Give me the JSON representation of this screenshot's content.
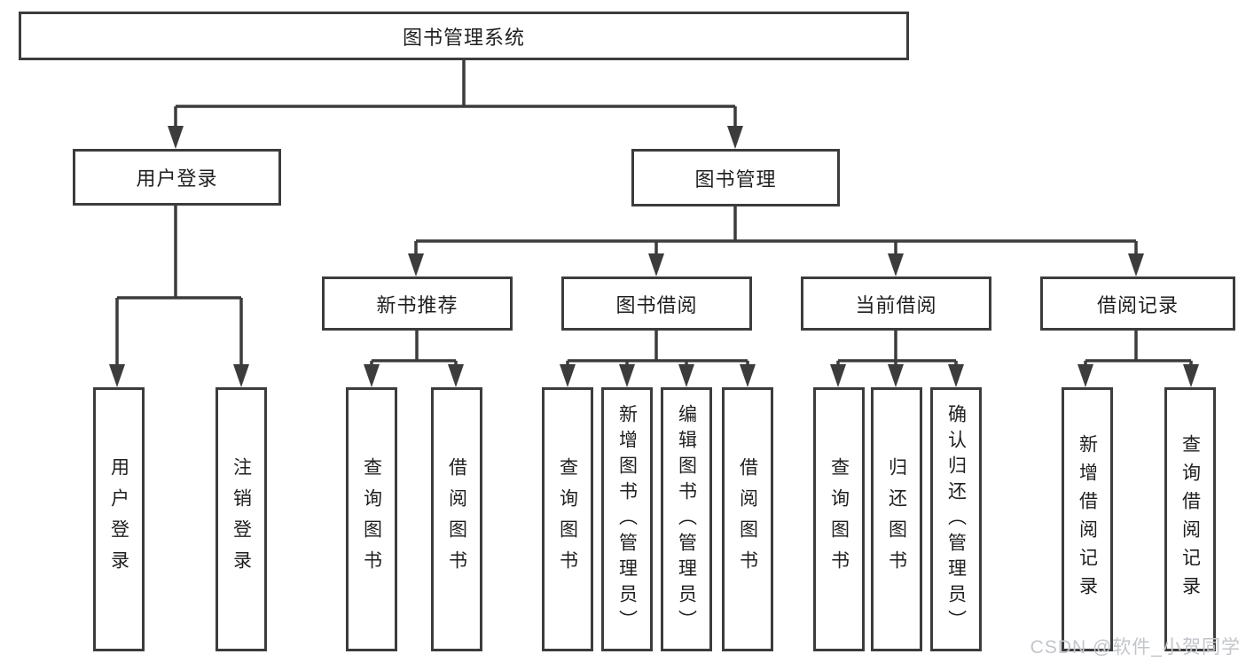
{
  "diagram": {
    "nodes": {
      "root": "图书管理系统",
      "user_login": "用户登录",
      "book_management": "图书管理",
      "new_book_recommend": "新书推荐",
      "book_borrowing": "图书借阅",
      "current_borrowing": "当前借阅",
      "borrowing_records": "借阅记录",
      "leaf_user_login": "用户登录",
      "leaf_logout": "注销登录",
      "leaf_rec_search_book": "查询图书",
      "leaf_rec_borrow_book": "借阅图书",
      "leaf_bb_search_book": "查询图书",
      "leaf_bb_add_book": "新增图书（管理员）",
      "leaf_bb_edit_book": "编辑图书（管理员）",
      "leaf_bb_borrow_book": "借阅图书",
      "leaf_cb_search_book": "查询图书",
      "leaf_cb_return_book": "归还图书",
      "leaf_cb_confirm_return": "确认归还（管理员）",
      "leaf_br_add_record": "新增借阅记录",
      "leaf_br_search_record": "查询借阅记录"
    },
    "watermark": "CSDN @软件_小贺同学",
    "colors": {
      "line": "#3c3c3c",
      "text": "#1f1f1f",
      "background": "#ffffff",
      "watermark": "#c2c5ca"
    }
  }
}
